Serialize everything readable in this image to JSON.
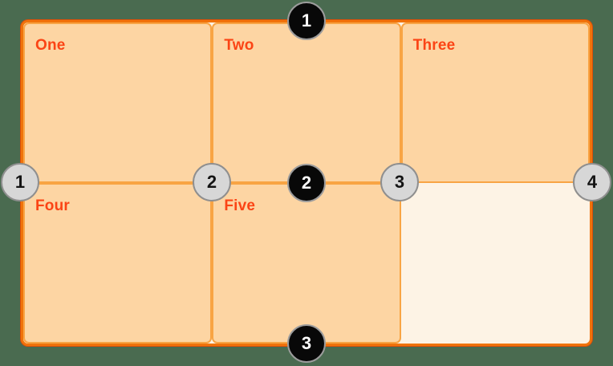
{
  "diagram": {
    "description": "CSS grid line numbering diagram: 3x2 grid with five named items and numbered column/row grid lines",
    "cells": [
      {
        "label": "One"
      },
      {
        "label": "Two"
      },
      {
        "label": "Three"
      },
      {
        "label": "Four"
      },
      {
        "label": "Five"
      },
      {
        "label": ""
      }
    ],
    "column_line_markers": [
      "1",
      "2",
      "3",
      "4"
    ],
    "row_line_markers": [
      "1",
      "2",
      "3"
    ]
  },
  "colors": {
    "page_background": "#4A6B50",
    "container_background": "#FDF3E5",
    "container_border": "#F0730B",
    "container_outer_edge": "#DD4F08",
    "cell_background": "#FDD5A3",
    "cell_border": "#F8A444",
    "label_text": "#FB4415",
    "column_marker_fill": "#D7D7D7",
    "column_marker_border": "#8F8F8F",
    "column_marker_text": "#141414",
    "row_marker_fill": "#080808",
    "row_marker_border": "#9C9C9C",
    "row_marker_text": "#FFFFFF"
  }
}
